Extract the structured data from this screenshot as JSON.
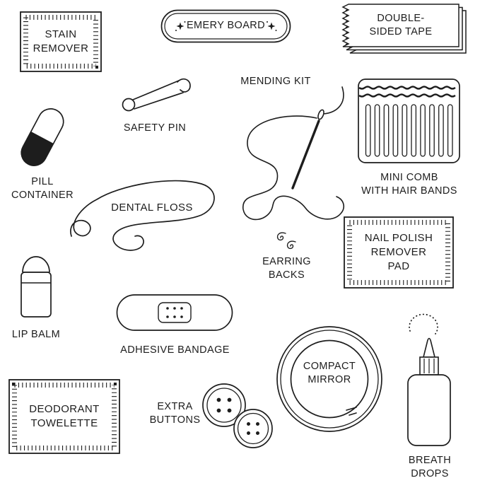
{
  "colors": {
    "ink": "#1d1d1d",
    "background": "#ffffff"
  },
  "items": {
    "stain_remover": {
      "label": "STAIN\nREMOVER",
      "icon": "sachet-packet-icon"
    },
    "emery_board": {
      "label": "EMERY BOARD",
      "icon": "emery-board-icon"
    },
    "double_sided_tape": {
      "label": "DOUBLE-\nSIDED TAPE",
      "icon": "tape-sheets-icon"
    },
    "safety_pin": {
      "label": "SAFETY PIN",
      "icon": "safety-pin-icon"
    },
    "mending_kit": {
      "label": "MENDING KIT",
      "icon": "needle-and-thread-icon"
    },
    "mini_comb": {
      "label": "MINI COMB\nWITH HAIR BANDS",
      "icon": "comb-with-hair-bands-icon"
    },
    "pill_container": {
      "label": "PILL\nCONTAINER",
      "icon": "pill-capsule-icon"
    },
    "dental_floss": {
      "label": "DENTAL FLOSS",
      "icon": "floss-strand-icon"
    },
    "earring_backs": {
      "label": "EARRING\nBACKS",
      "icon": "earring-backs-icon"
    },
    "nail_polish_remover_pad": {
      "label": "NAIL POLISH\nREMOVER\nPAD",
      "icon": "sachet-packet-icon"
    },
    "lip_balm": {
      "label": "LIP BALM",
      "icon": "lip-balm-tube-icon"
    },
    "adhesive_bandage": {
      "label": "ADHESIVE BANDAGE",
      "icon": "adhesive-bandage-icon"
    },
    "compact_mirror": {
      "label": "COMPACT\nMIRROR",
      "icon": "compact-mirror-icon"
    },
    "extra_buttons": {
      "label": "EXTRA\nBUTTONS",
      "icon": "buttons-icon"
    },
    "deodorant_towelette": {
      "label": "DEODORANT\nTOWELETTE",
      "icon": "sachet-packet-icon"
    },
    "breath_drops": {
      "label": "BREATH\nDROPS",
      "icon": "drops-bottle-icon"
    }
  }
}
